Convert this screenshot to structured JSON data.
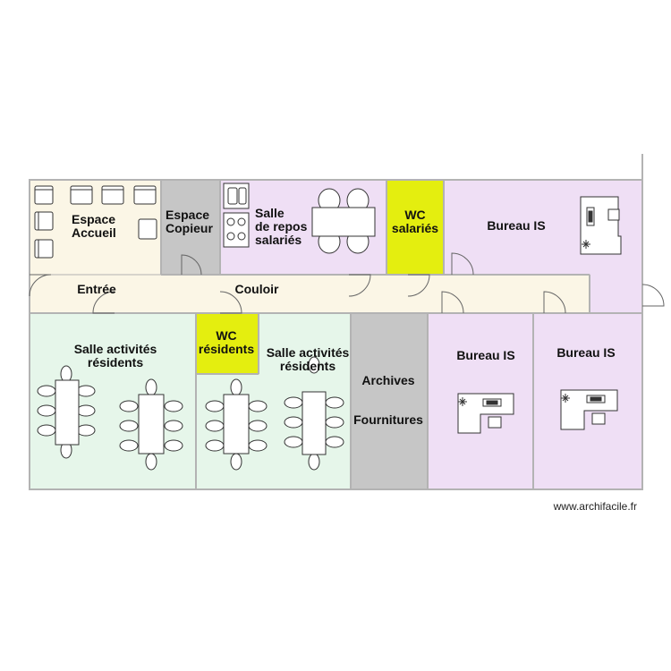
{
  "colors": {
    "accueil": "#fbf6e6",
    "couloir": "#fbf6e6",
    "copieur": "#c6c6c6",
    "repos": "#efdff5",
    "wc": "#e4ee0f",
    "bureau": "#efdff5",
    "activites": "#e6f6ea",
    "archives": "#c6c6c6",
    "wall": "#b3b3b3"
  },
  "rooms": {
    "espace_accueil": "Espace\nAccueil",
    "espace_copieur": "Espace\nCopieur",
    "salle_repos": "Salle\nde repos\nsalariés",
    "wc_salaries": "WC\nsalariés",
    "bureau_is_top": "Bureau  IS",
    "entree": "Entrée",
    "couloir": "Couloir",
    "salle_activites_1": "Salle activités\nrésidents",
    "wc_residents": "WC\nrésidents",
    "salle_activites_2": "Salle activités\nrésidents",
    "archives": "Archives",
    "fournitures": "Fournitures",
    "bureau_is_mid": "Bureau  IS",
    "bureau_is_right": "Bureau  IS"
  },
  "watermark": "www.archifacile.fr"
}
